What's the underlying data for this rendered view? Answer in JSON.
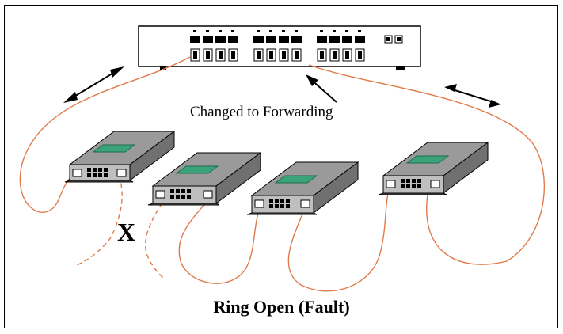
{
  "diagram": {
    "annotation": "Changed to Forwarding",
    "fault_mark": "X",
    "caption": "Ring Open (Fault)"
  },
  "colors": {
    "cable": "#e07a4a",
    "device_fill": "#bfbfbf",
    "device_top": "#9a9a9a",
    "lcd": "#3aa37a",
    "outline": "#000000"
  }
}
